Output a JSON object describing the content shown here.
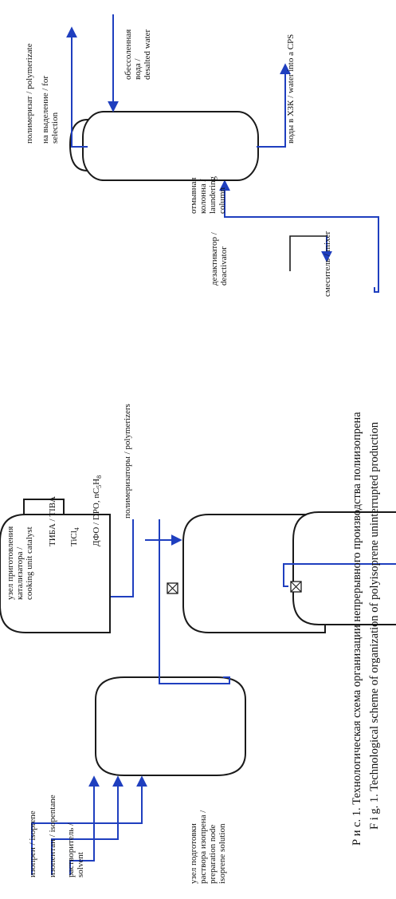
{
  "labels": {
    "isoprene": "изопрен / isoprene",
    "isopentane": "изопентан / isopentane",
    "solvent_ru": "растворитель /",
    "solvent_en": "solvent",
    "prep_1": "узел подготовки",
    "prep_2": "раствора изопрена /",
    "prep_3": "preparation node",
    "prep_4": "isoprene solution",
    "cat_1": "узел приготовления",
    "cat_2": "катализатора /",
    "cat_3": "cooking unit catalyst",
    "tiba": "ТИБА / TIBA",
    "ticl4_main": "TiCl",
    "ticl4_sub": "4",
    "dfo_main": "ДФО / DPO, nC",
    "dfo_sub1": "5",
    "dfo_h": "H",
    "dfo_sub2": "8",
    "polymerizers": "полимеризаторы / polymerizers",
    "deactivator_1": "дезактиватор /",
    "deactivator_2": "deactivator",
    "mixer": "смеситель / mixer",
    "column_1": "отмывная",
    "column_2": "колонна /",
    "column_3": "laundering",
    "column_4": "column",
    "polymerizate": "полимеризат / polymerizate",
    "for_sel_1": "на выделение / for",
    "for_sel_2": "selection",
    "desalted_1": "обессоленная",
    "desalted_2": "вода /",
    "desalted_3": "desalted water",
    "water_cps": "воды в ХЗК / water into a CPS"
  },
  "caption": {
    "ru": "Р и с.  1.  Технологическая схема организации непрерывного производства полиизопрена",
    "en": "F i g.  1.  Technological scheme of organization of polyisoprene uninterrupted production"
  },
  "colors": {
    "flow": "#1f3fbf",
    "equipment": "#1a1a1a"
  }
}
